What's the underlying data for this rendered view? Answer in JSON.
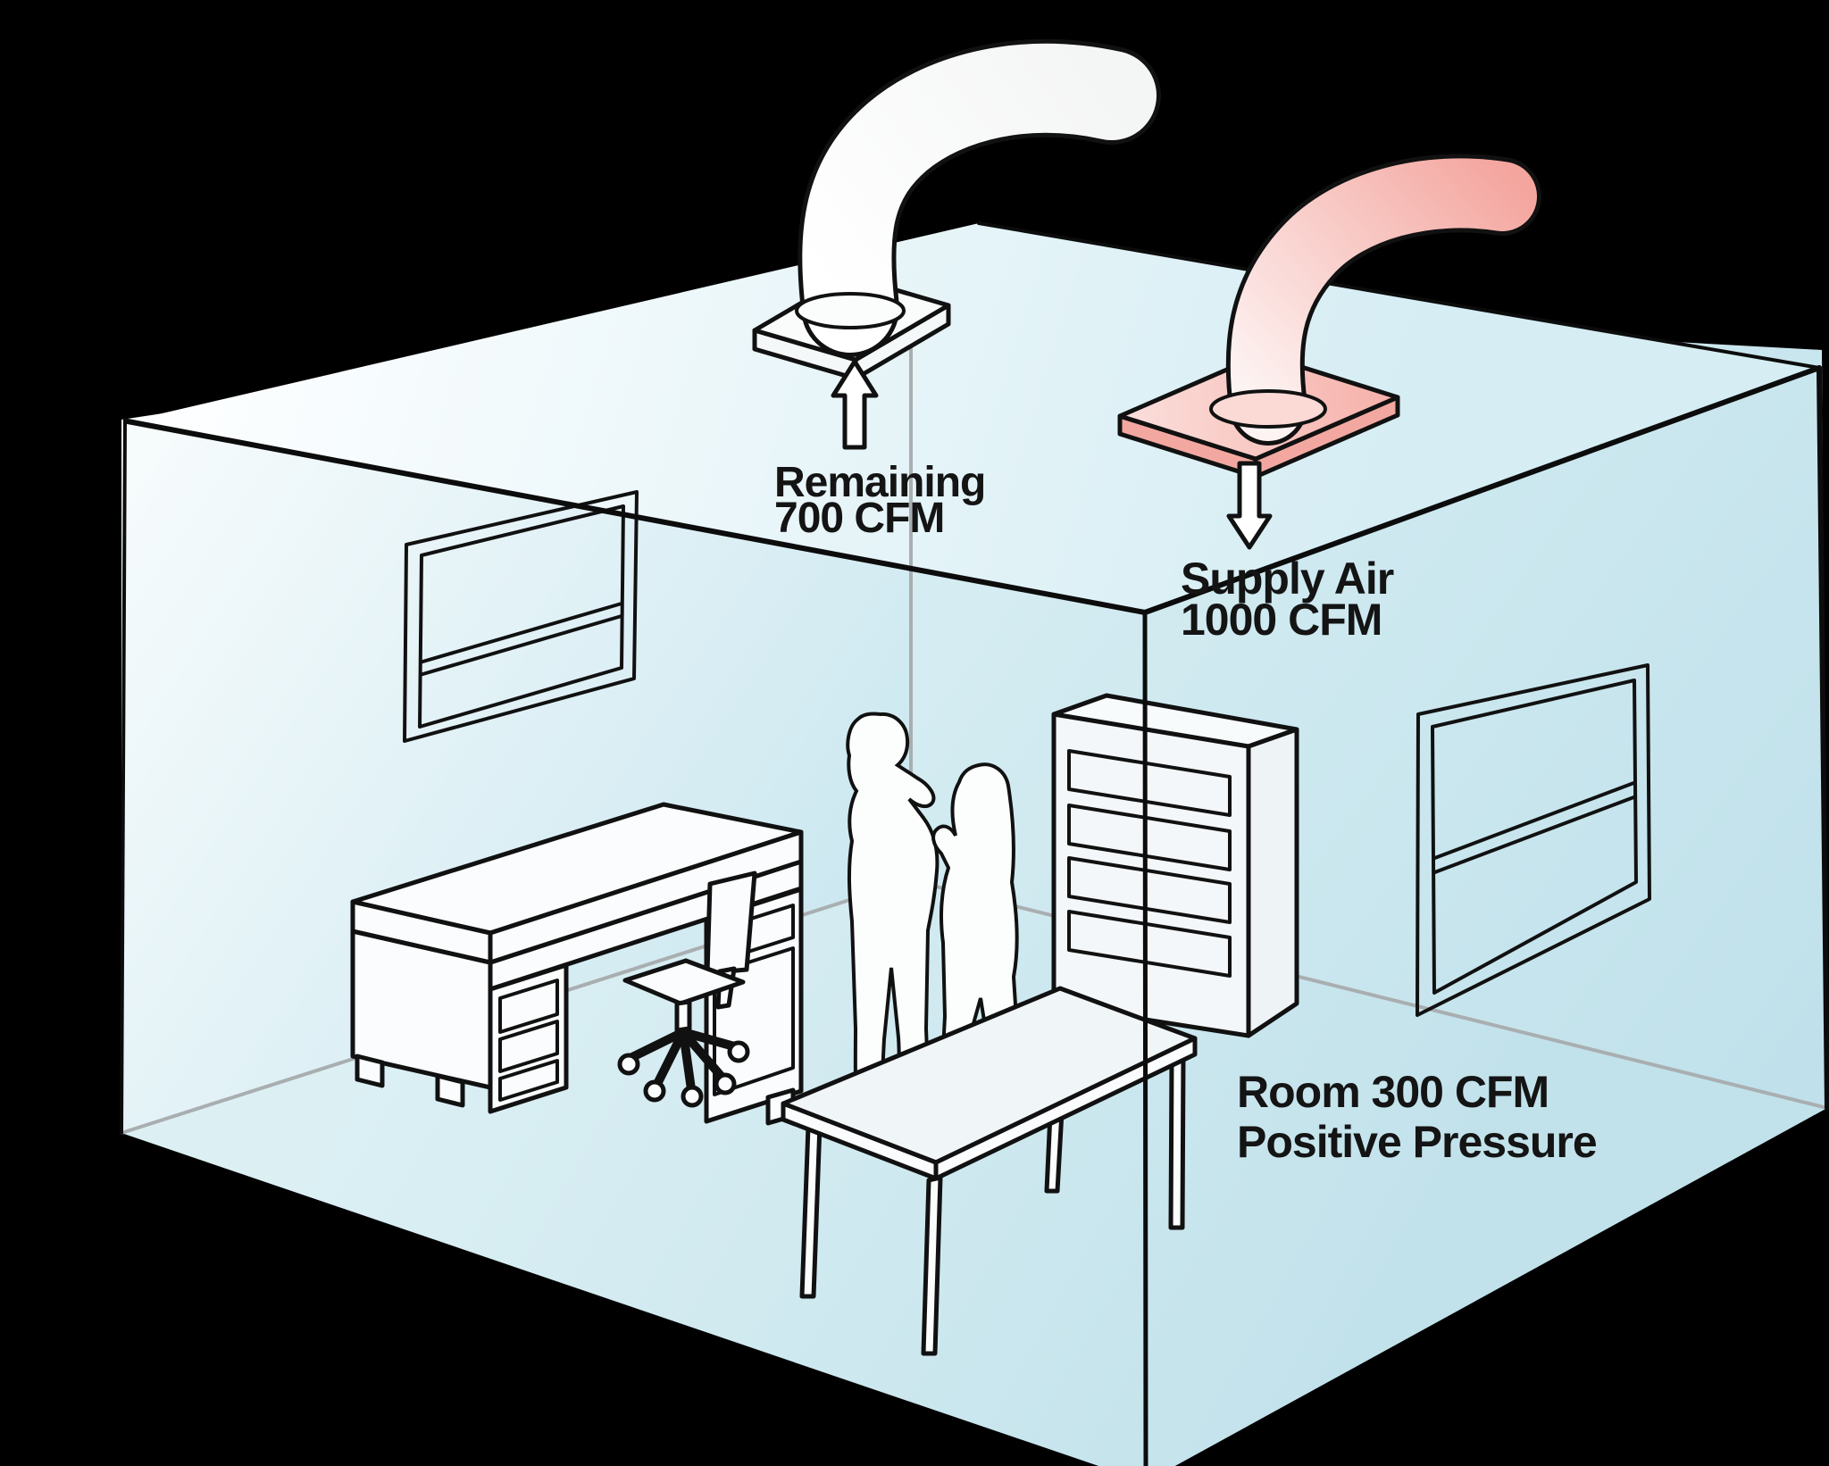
{
  "diagram": {
    "type": "ventilation-room-cutaway",
    "labels": {
      "exhaust": {
        "line1": "Remaining",
        "line2": "700 CFM"
      },
      "supply": {
        "line1": "Supply Air",
        "line2": "1000 CFM"
      },
      "room": {
        "line1": "Room 300 CFM",
        "line2": "Positive Pressure"
      }
    },
    "colors": {
      "background": "#000000",
      "wall_blue": "#c8e6ef",
      "roof_white": "#f7fbfd",
      "floor_blue": "#cde9f1",
      "supply_pink": "#f4a79f",
      "exhaust_white": "#fafbfb",
      "outline_black": "#111111",
      "interior_edge_gray": "#a9aeb0",
      "text": "#141414"
    }
  }
}
